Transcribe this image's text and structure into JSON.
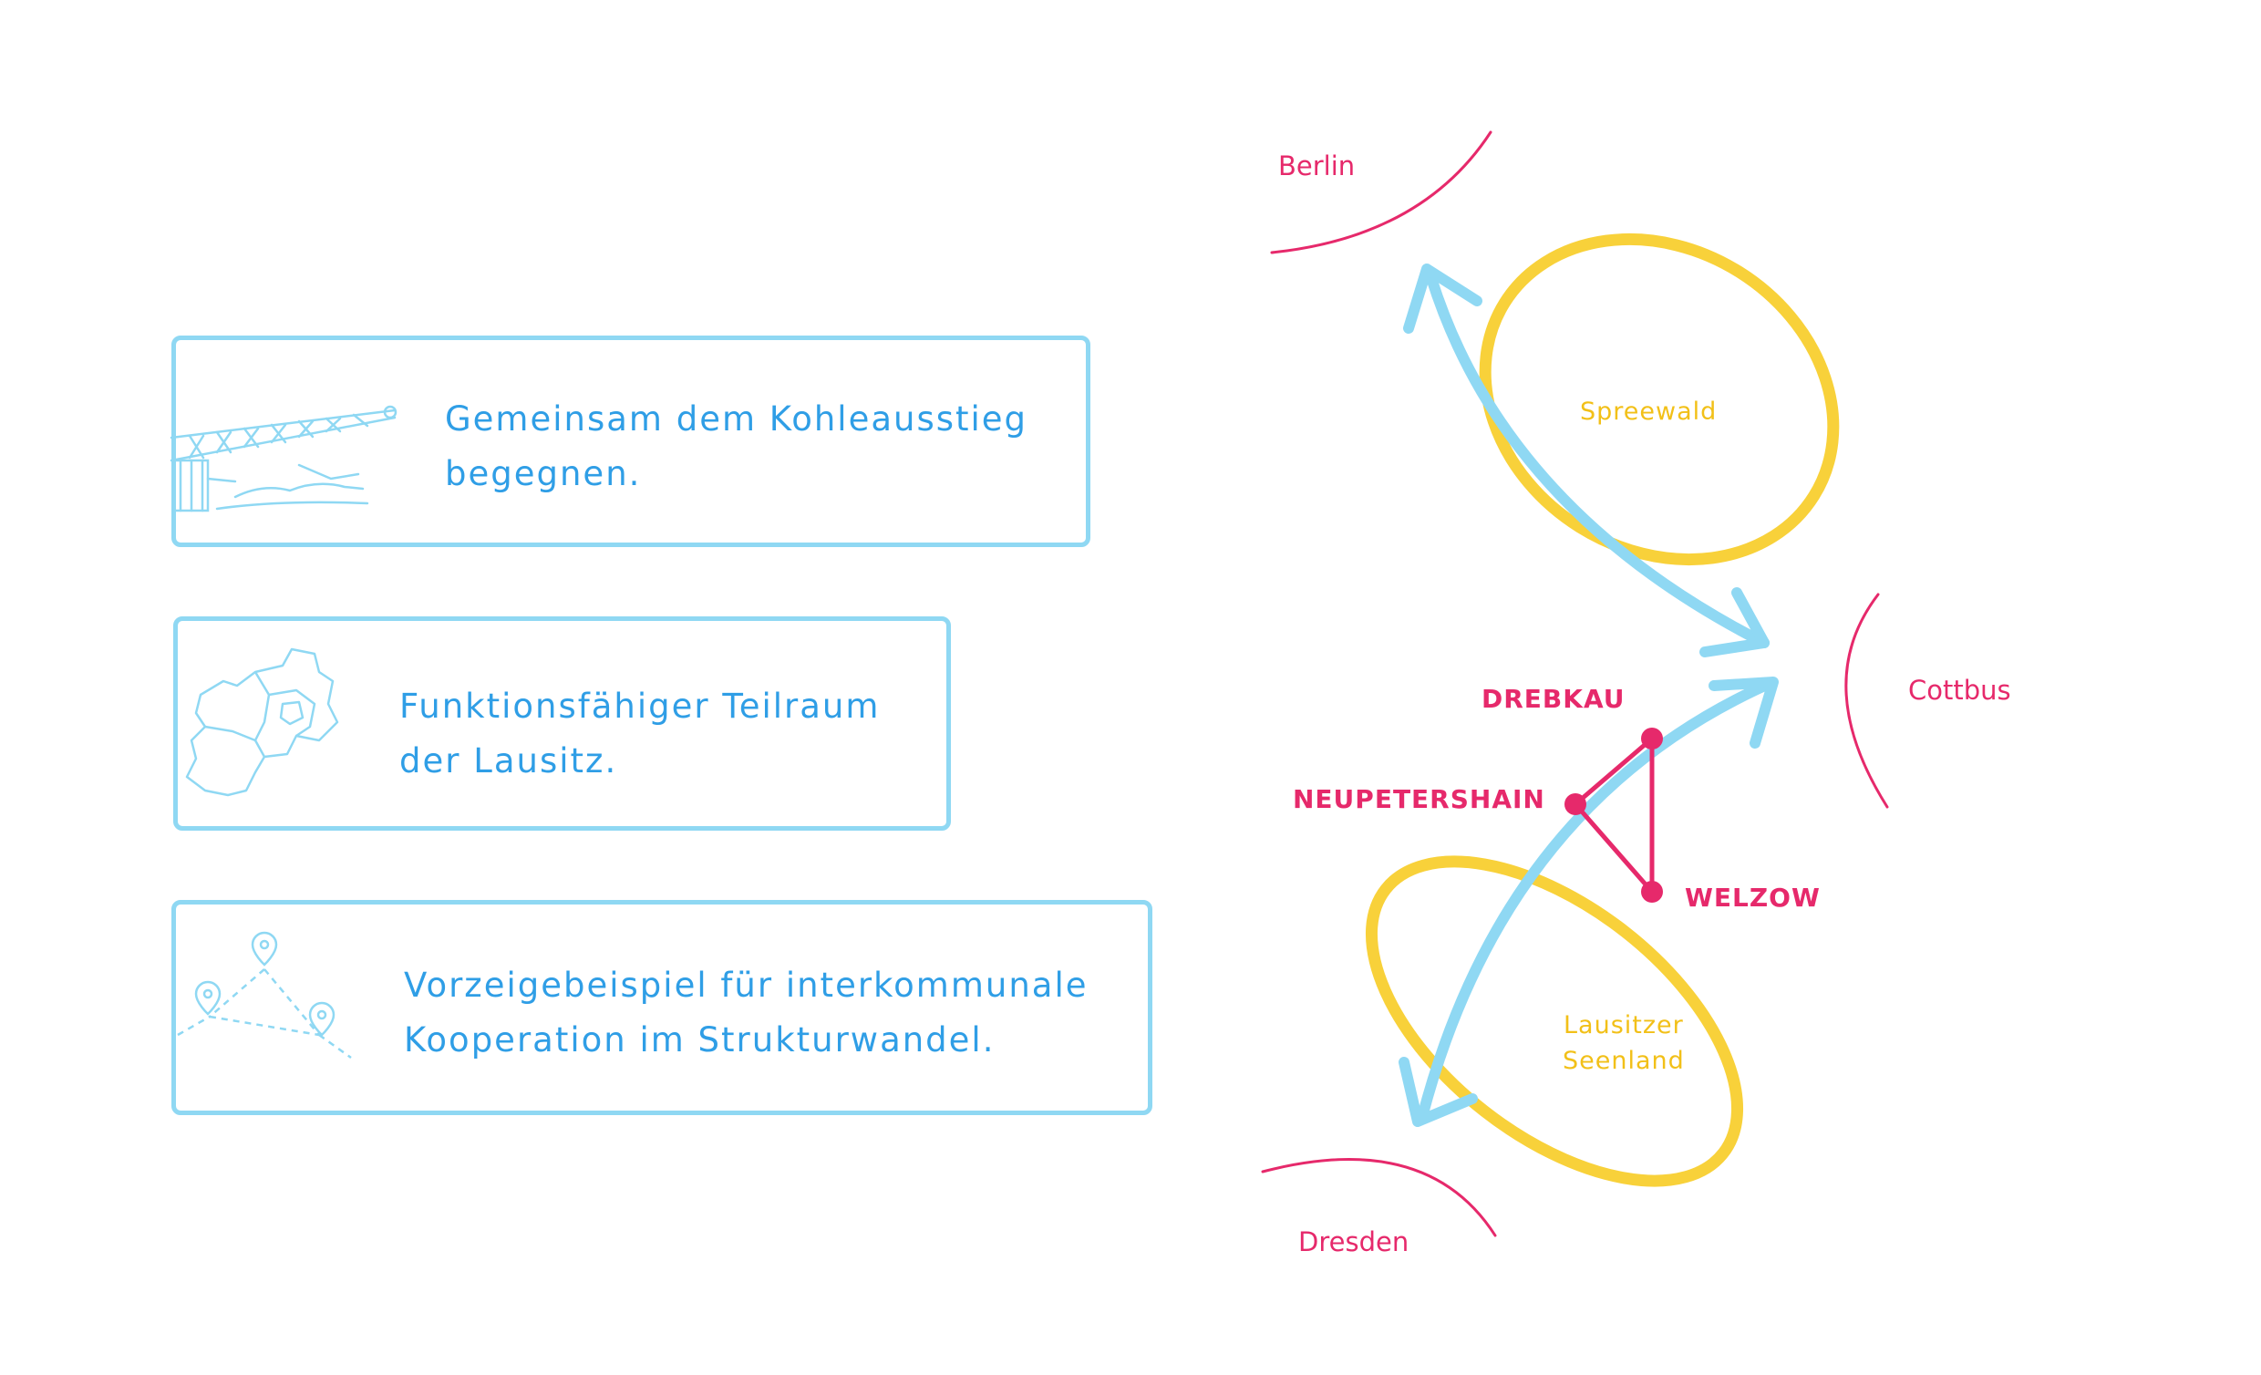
{
  "cards": [
    {
      "line1": "Gemeinsam dem Kohleausstieg",
      "line2": "begegnen.",
      "icon": "excavator-landscape-icon"
    },
    {
      "line1": "Funktionsfähiger Teilraum",
      "line2": "der Lausitz.",
      "icon": "lusatia-map-icon"
    },
    {
      "line1": "Vorzeigebeispiel für interkommunale",
      "line2": "Kooperation im Strukturwandel.",
      "icon": "connected-pins-icon"
    }
  ],
  "map": {
    "cities": {
      "berlin": "Berlin",
      "cottbus": "Cottbus",
      "dresden": "Dresden"
    },
    "regions": {
      "spreewald": "Spreewald",
      "seenland_line1": "Lausitzer",
      "seenland_line2": "Seenland"
    },
    "towns": {
      "drebkau": "DREBKAU",
      "neupetershain": "NEUPETERSHAIN",
      "welzow": "WELZOW"
    }
  },
  "colors": {
    "blue_outline": "#8fd8f3",
    "blue_text": "#2f9ee6",
    "pink": "#e6296b",
    "yellow": "#f8d13a",
    "arrow_blue": "#8fd8f3"
  }
}
